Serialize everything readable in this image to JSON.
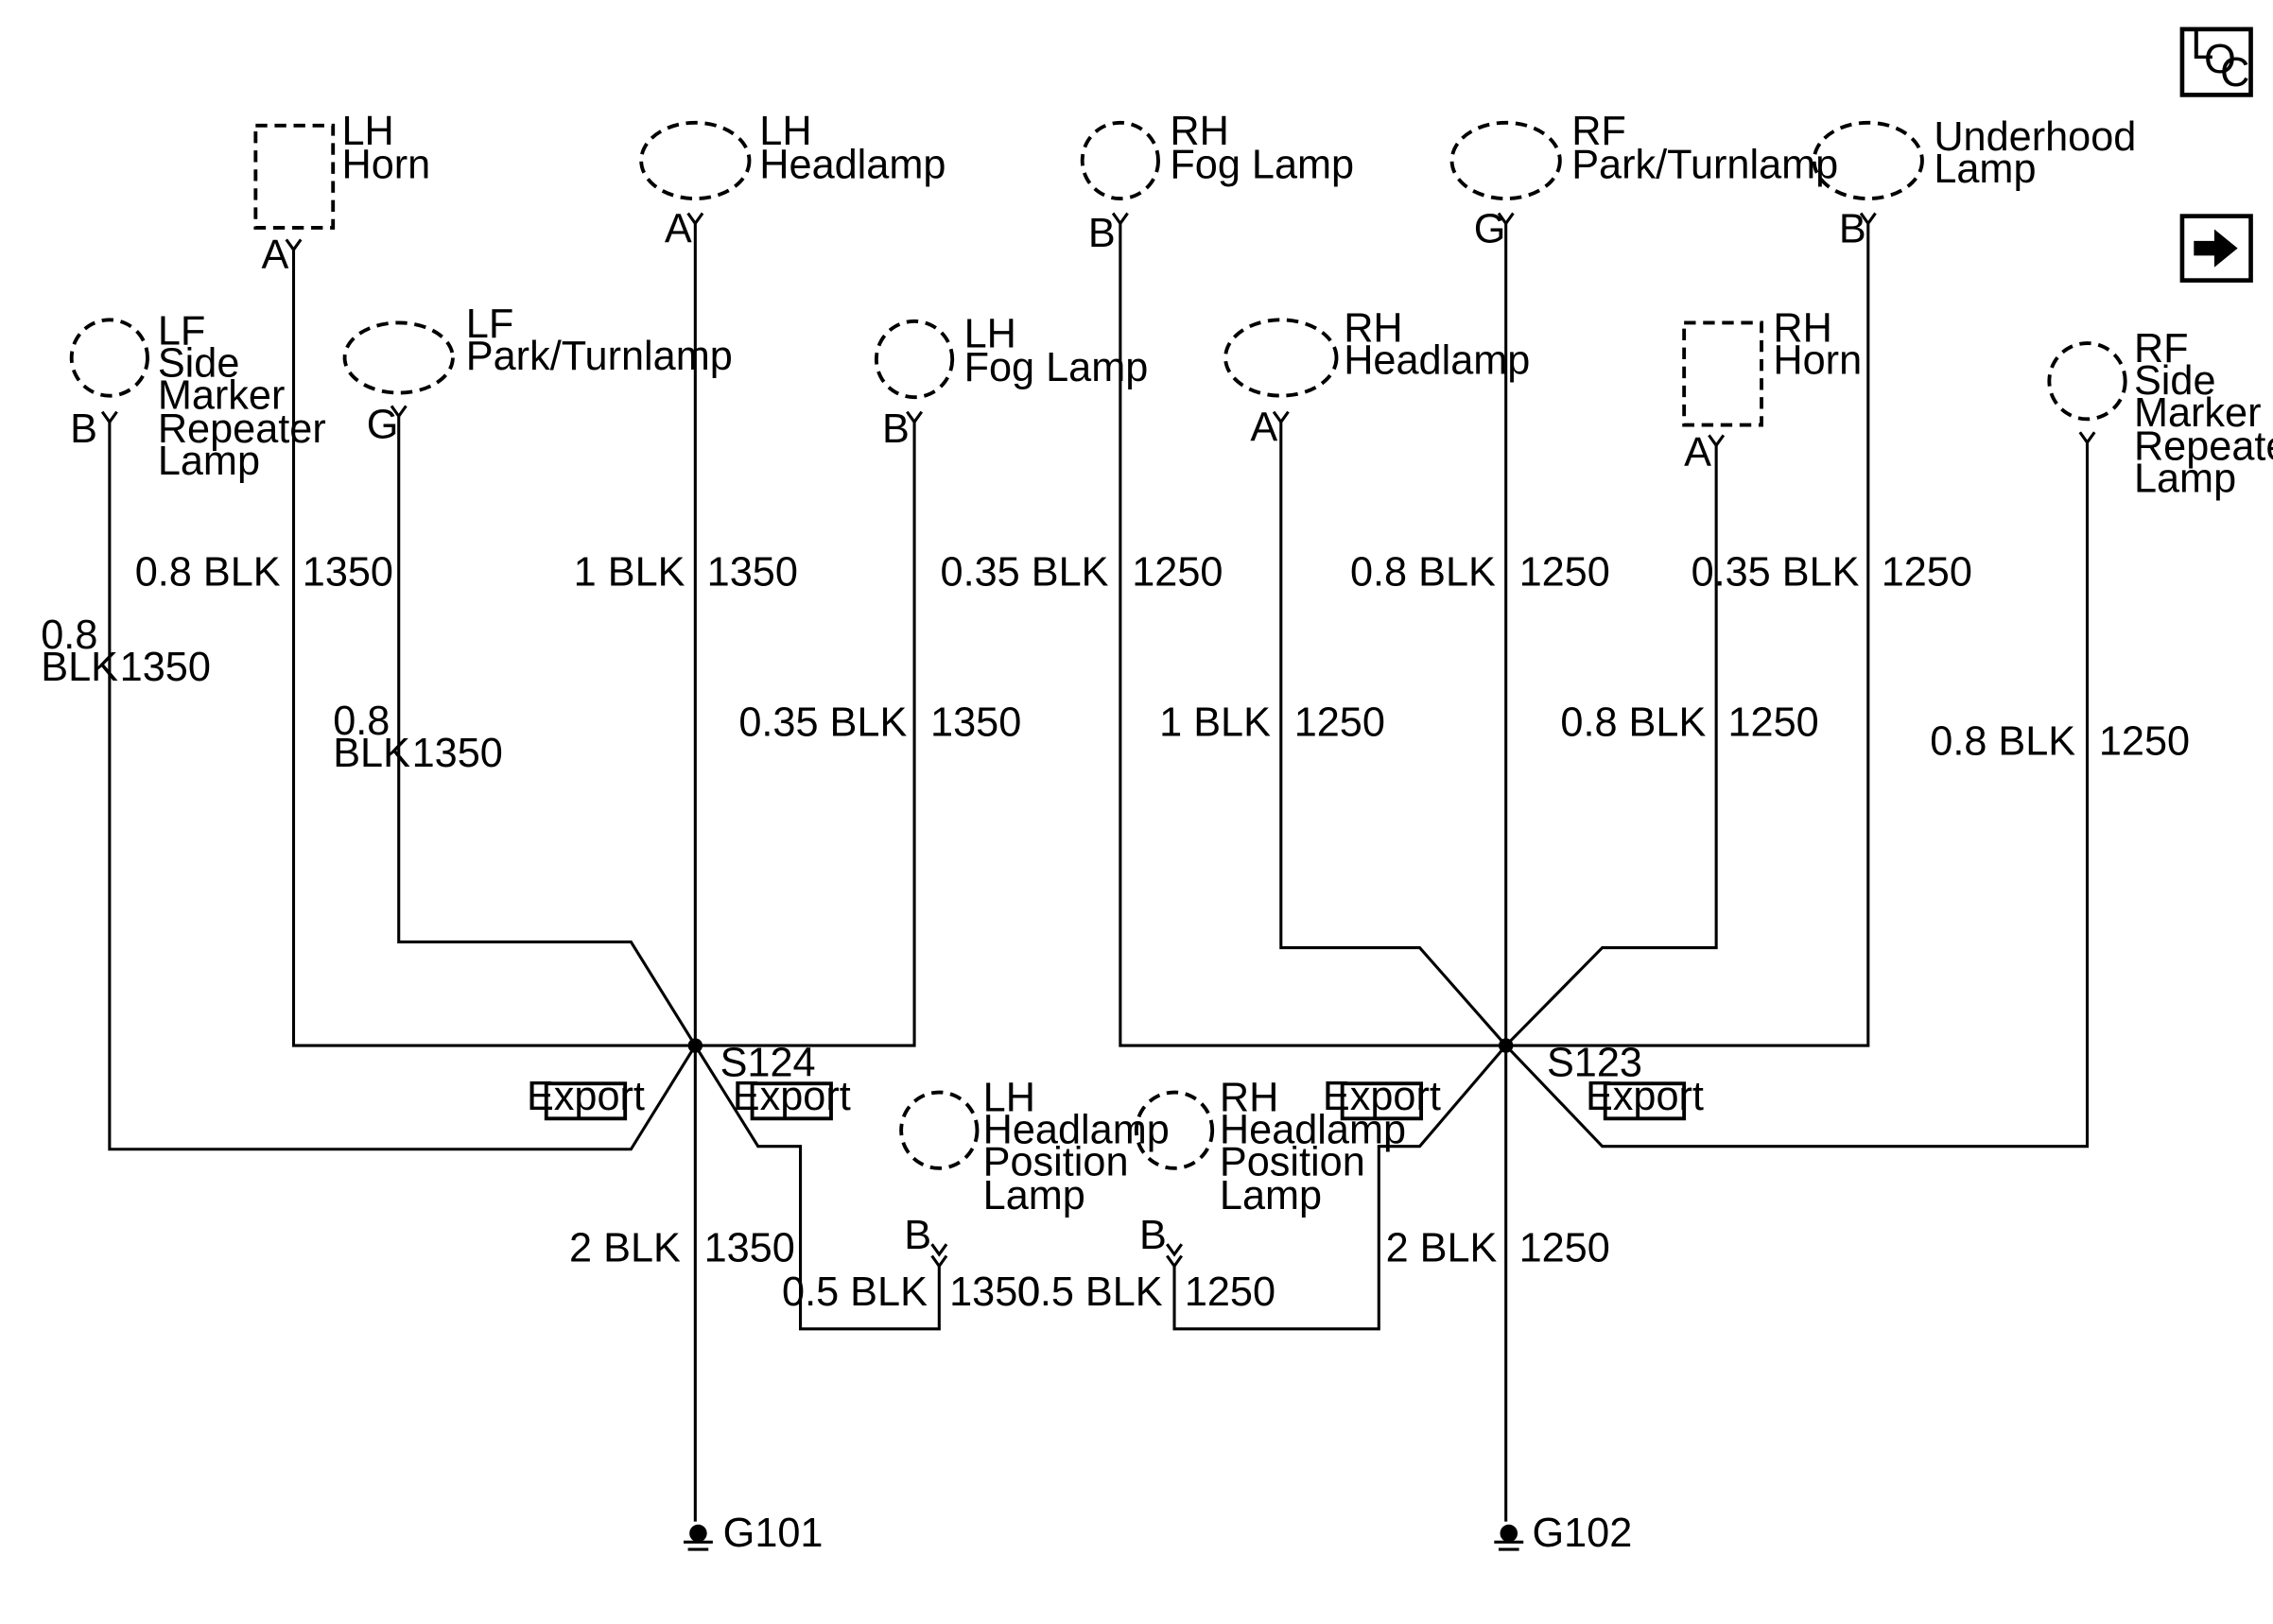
{
  "nav": {
    "loc": {
      "L": "L",
      "O": "O",
      "C": "C"
    }
  },
  "components": {
    "lh_horn": {
      "l1": "LH",
      "l2": "Horn",
      "pin": "A"
    },
    "lh_headlamp": {
      "l1": "LH",
      "l2": "Headlamp",
      "pin": "A"
    },
    "rh_fog": {
      "l1": "RH",
      "l2": "Fog Lamp",
      "pin": "B"
    },
    "rf_park": {
      "l1": "RF",
      "l2": "Park/Turnlamp",
      "pin": "G"
    },
    "underhood": {
      "l1": "Underhood",
      "l2": "Lamp",
      "pin": "B"
    },
    "lf_side": {
      "l1": "LF",
      "l2": "Side",
      "l3": "Marker",
      "l4": "Repeater",
      "l5": "Lamp",
      "pin": "B"
    },
    "lf_park": {
      "l1": "LF",
      "l2": "Park/Turnlamp",
      "pin": "G"
    },
    "lh_fog": {
      "l1": "LH",
      "l2": "Fog Lamp",
      "pin": "B"
    },
    "rh_headlamp": {
      "l1": "RH",
      "l2": "Headlamp",
      "pin": "A"
    },
    "rh_horn": {
      "l1": "RH",
      "l2": "Horn",
      "pin": "A"
    },
    "rf_side": {
      "l1": "RF",
      "l2": "Side",
      "l3": "Marker",
      "l4": "Repeater",
      "l5": "Lamp"
    },
    "lh_pos": {
      "l1": "LH",
      "l2": "Headlamp",
      "l3": "Position",
      "l4": "Lamp",
      "pin": "B"
    },
    "rh_pos": {
      "l1": "RH",
      "l2": "Headlamp",
      "l3": "Position",
      "l4": "Lamp",
      "pin": "B"
    }
  },
  "wires": {
    "lh_horn": {
      "size": "0.8 BLK",
      "circuit": "1350"
    },
    "lh_headlamp": {
      "size": "1 BLK",
      "circuit": "1350"
    },
    "lf_side": {
      "size1": "0.8",
      "size2": "BLK",
      "circuit": "1350"
    },
    "lf_park": {
      "size1": "0.8",
      "size2": "BLK",
      "circuit": "1350"
    },
    "lh_fog": {
      "size": "0.35 BLK",
      "circuit": "1350"
    },
    "rh_fog": {
      "size": "0.35 BLK",
      "circuit": "1250"
    },
    "rf_park": {
      "size": "0.8 BLK",
      "circuit": "1250"
    },
    "underhood": {
      "size": "0.35 BLK",
      "circuit": "1250"
    },
    "rh_headlamp": {
      "size": "1 BLK",
      "circuit": "1250"
    },
    "rh_horn": {
      "size": "0.8 BLK",
      "circuit": "1250"
    },
    "rf_side": {
      "size": "0.8 BLK",
      "circuit": "1250"
    },
    "g101": {
      "size": "2 BLK",
      "circuit": "1350"
    },
    "lh_pos": {
      "size": "0.5 BLK",
      "circuit": "1350"
    },
    "rh_pos": {
      "size": "0.5 BLK",
      "circuit": "1250"
    },
    "g102": {
      "size": "2 BLK",
      "circuit": "1250"
    }
  },
  "splices": {
    "s124": "S124",
    "s123": "S123"
  },
  "grounds": {
    "g101": "G101",
    "g102": "G102"
  },
  "export_label": "Export"
}
